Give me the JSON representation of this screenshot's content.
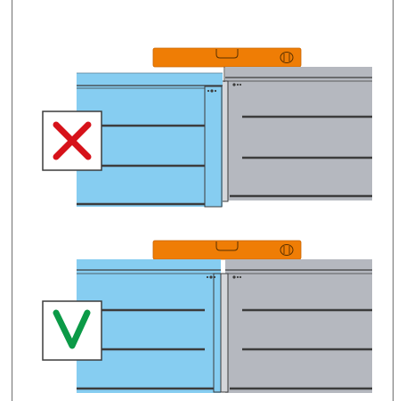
{
  "colors": {
    "blue_cabinet": "#86cdf1",
    "grey_cabinet": "#b5b8bf",
    "level_orange": "#ef7d05",
    "cross_red": "#d6121a",
    "check_green": "#0b9a47",
    "line_dark": "#3c3c3c"
  },
  "panels": [
    {
      "id": "incorrect",
      "verdict": "wrong",
      "icon": "cross-icon",
      "blue_cabinet_offset": "protruding"
    },
    {
      "id": "correct",
      "verdict": "right",
      "icon": "check-icon",
      "blue_cabinet_offset": "flush"
    }
  ]
}
